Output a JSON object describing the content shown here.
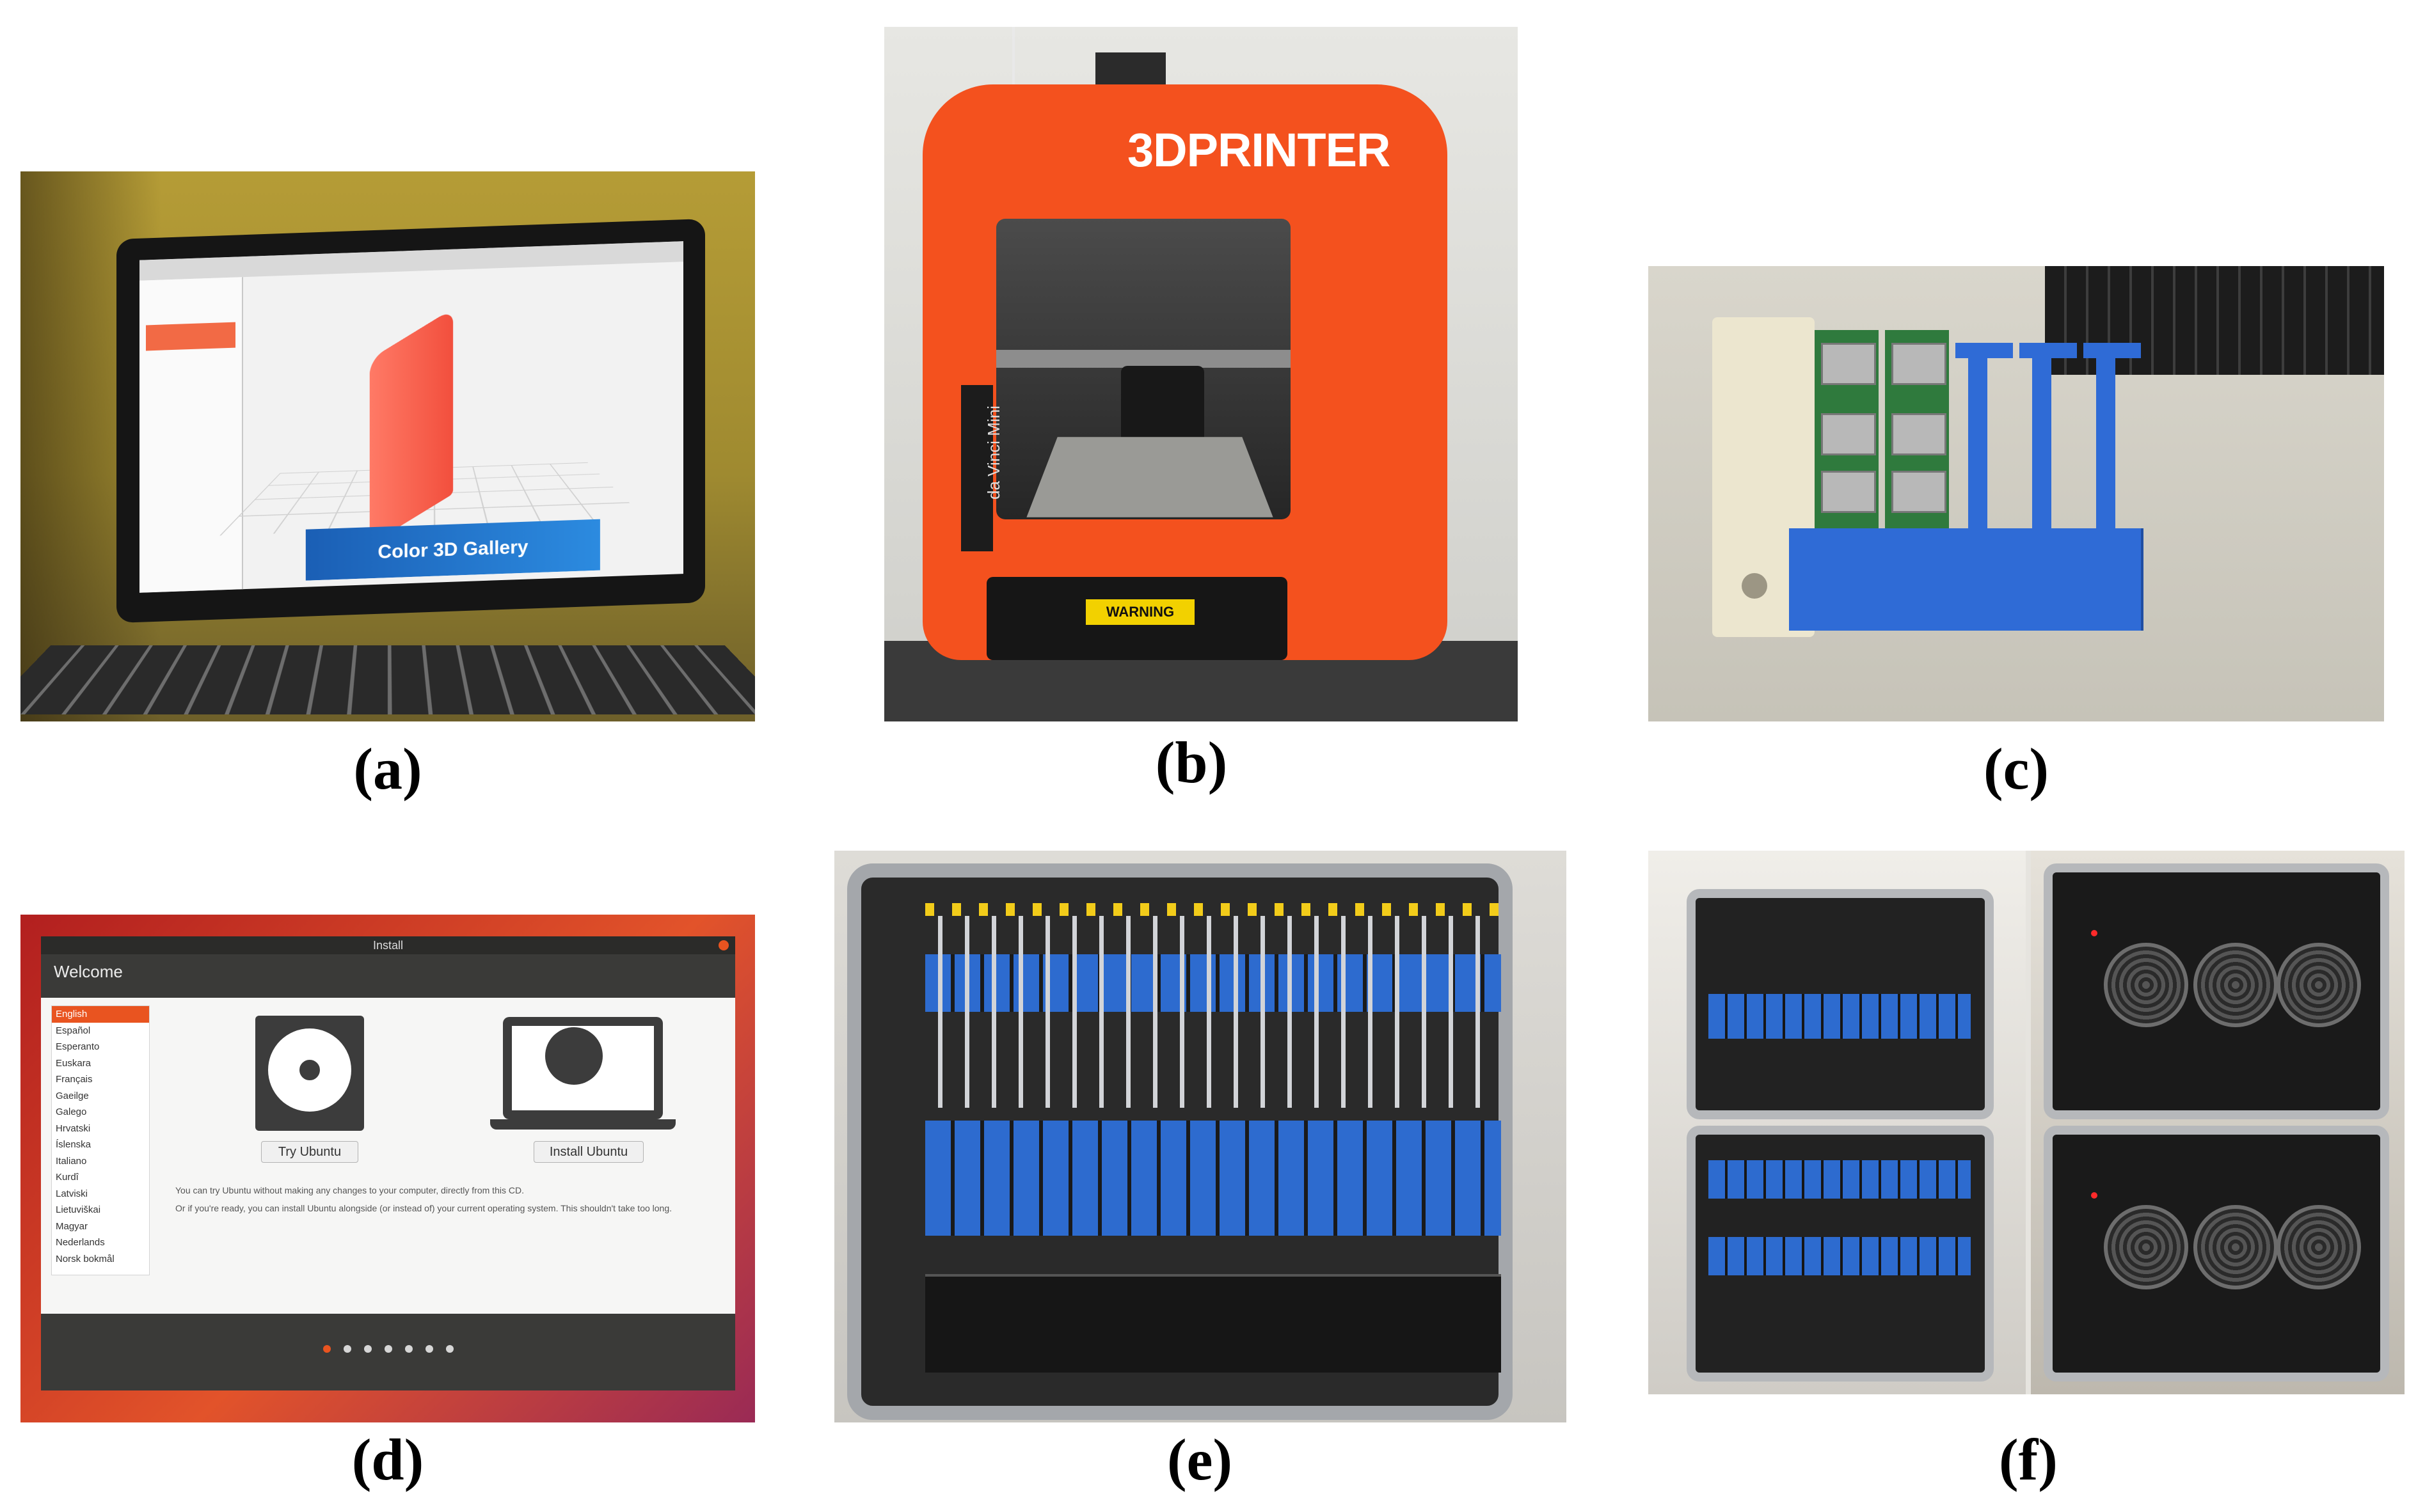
{
  "captions": {
    "a": "(a)",
    "b": "(b)",
    "c": "(c)",
    "d": "(d)",
    "e": "(e)",
    "f": "(f)"
  },
  "panel_a": {
    "banner_text": "Color 3D Gallery"
  },
  "panel_b": {
    "logo_text": "3DPRINTER",
    "side_label": "da Vinci Mini",
    "warning_label": "WARNING"
  },
  "panel_d": {
    "window_title": "Install",
    "heading": "Welcome",
    "languages": [
      "English",
      "Español",
      "Esperanto",
      "Euskara",
      "Français",
      "Gaeilge",
      "Galego",
      "Hrvatski",
      "Íslenska",
      "Italiano",
      "Kurdî",
      "Latviski",
      "Lietuviškai",
      "Magyar",
      "Nederlands",
      "Norsk bokmål"
    ],
    "selected_language": "English",
    "try_button": "Try Ubuntu",
    "install_button": "Install Ubuntu",
    "desc_1": "You can try Ubuntu without making any changes to your computer, directly from this CD.",
    "desc_2": "Or if you're ready, you can install Ubuntu alongside (or instead of) your current operating system.  This shouldn't take too long.",
    "step_count": 7,
    "current_step": 1,
    "accent_color": "#e95420"
  }
}
